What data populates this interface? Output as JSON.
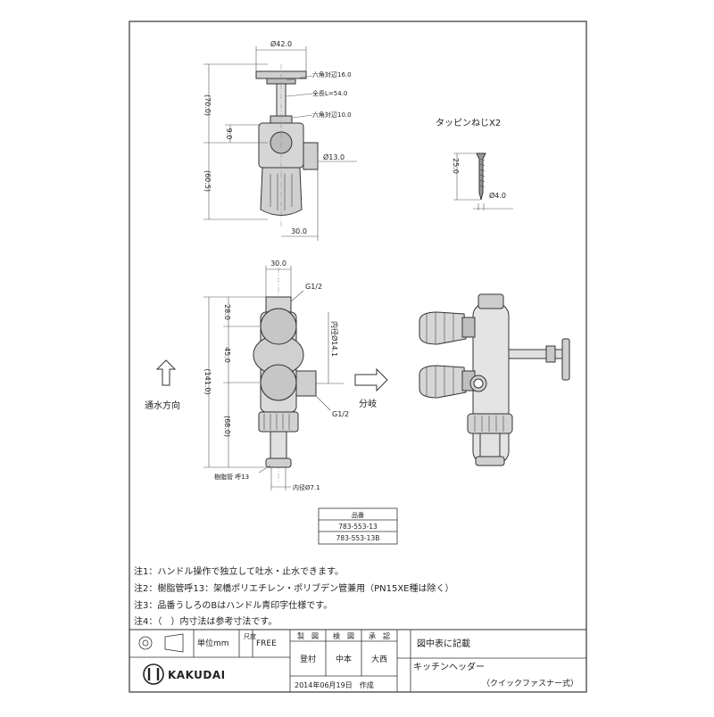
{
  "views": {
    "top": {
      "dim_handle_dia": "Ø42.0",
      "dim_hex16": "六角対辺16.0",
      "dim_total_len": "全長L=54.0",
      "dim_hex10": "六角対辺10.0",
      "dim_70": "(70.0)",
      "dim_9": "9.0",
      "dim_dia13": "Ø13.0",
      "dim_60_5": "(60.5)",
      "dim_30": "30.0"
    },
    "screw": {
      "label": "タッピンねじX2",
      "dim_len": "25.0",
      "dim_dia": "Ø4.0"
    },
    "front": {
      "dim_30": "30.0",
      "thread_top": "G1/2",
      "dim_28": "28.0",
      "dim_141": "(141.0)",
      "dim_45": "45.0",
      "dim_inner14": "内径Ø14.1",
      "dim_68": "(68.0)",
      "thread_side": "G1/2",
      "pipe_label": "樹脂管 呼13",
      "dim_inner7": "内径Ø7.1",
      "flow_label": "通水方向",
      "branch_label": "分岐"
    }
  },
  "part_table": {
    "header": "品番",
    "rows": [
      "783-553-13",
      "783-553-13B"
    ]
  },
  "notes": [
    "注1：ハンドル操作で独立して吐水・止水できます。",
    "注2：樹脂管呼13：架橋ポリエチレン・ポリブデン管兼用（PN15XE種は除く）",
    "注3：品番うしろのBはハンドル青印字仕様です。",
    "注4：（　）内寸法は参考寸法です。"
  ],
  "title_block": {
    "unit": "単位mm",
    "scale_label": "尺度",
    "scale_value": "FREE",
    "col_drafted": "製　図",
    "col_checked": "検　図",
    "col_approved": "承　認",
    "name_drafted": "登村",
    "name_checked": "中本",
    "name_approved": "大西",
    "material": "図中表に記載",
    "product": "キッチンヘッダー",
    "product_type": "（クイックファスナー式）",
    "date": "2014年06月19日　作成",
    "brand": "KAKUDAI"
  }
}
